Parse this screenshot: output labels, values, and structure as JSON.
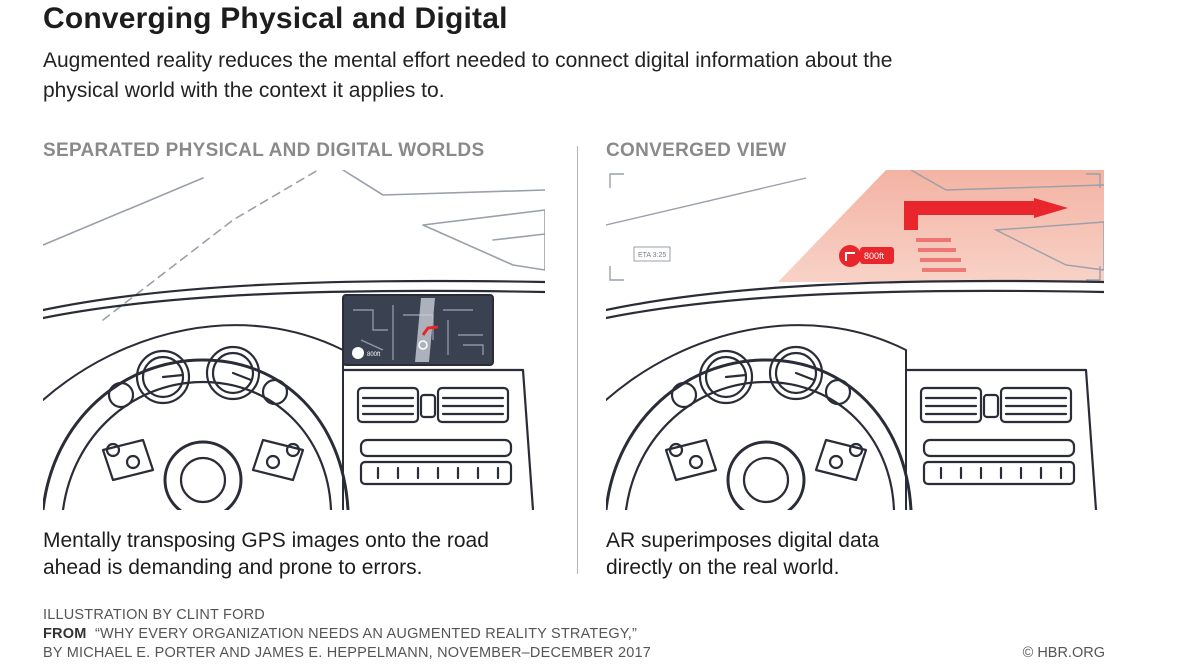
{
  "header": {
    "title": "Converging Physical and Digital",
    "subtitle": "Augmented reality reduces the mental effort needed to connect digital information about the physical world with the context it applies to."
  },
  "panels": [
    {
      "label": "SEPARATED PHYSICAL AND DIGITAL WORLDS",
      "caption_line1": "Mentally transposing GPS images onto the road",
      "caption_line2": "ahead is demanding and prone to errors.",
      "screen_label": "800ft"
    },
    {
      "label": "CONVERGED VIEW",
      "caption_line1": "AR superimposes digital data",
      "caption_line2": "directly on the real world.",
      "ar_distance": "800ft",
      "eta": "ETA 3:25"
    }
  ],
  "footer": {
    "illustration": "ILLUSTRATION BY CLINT FORD",
    "from_label": "FROM",
    "from_text": "“WHY EVERY ORGANIZATION NEEDS AN AUGMENTED REALITY STRATEGY,”",
    "authors": "BY MICHAEL E. PORTER AND JAMES E. HEPPELMANN, NOVEMBER–DECEMBER 2017",
    "copyright": "© HBR.ORG"
  },
  "colors": {
    "ar_red": "#e8262b",
    "ar_glow": "#f7c4b8",
    "screen": "#3a4150",
    "line": "#2a2d38"
  }
}
